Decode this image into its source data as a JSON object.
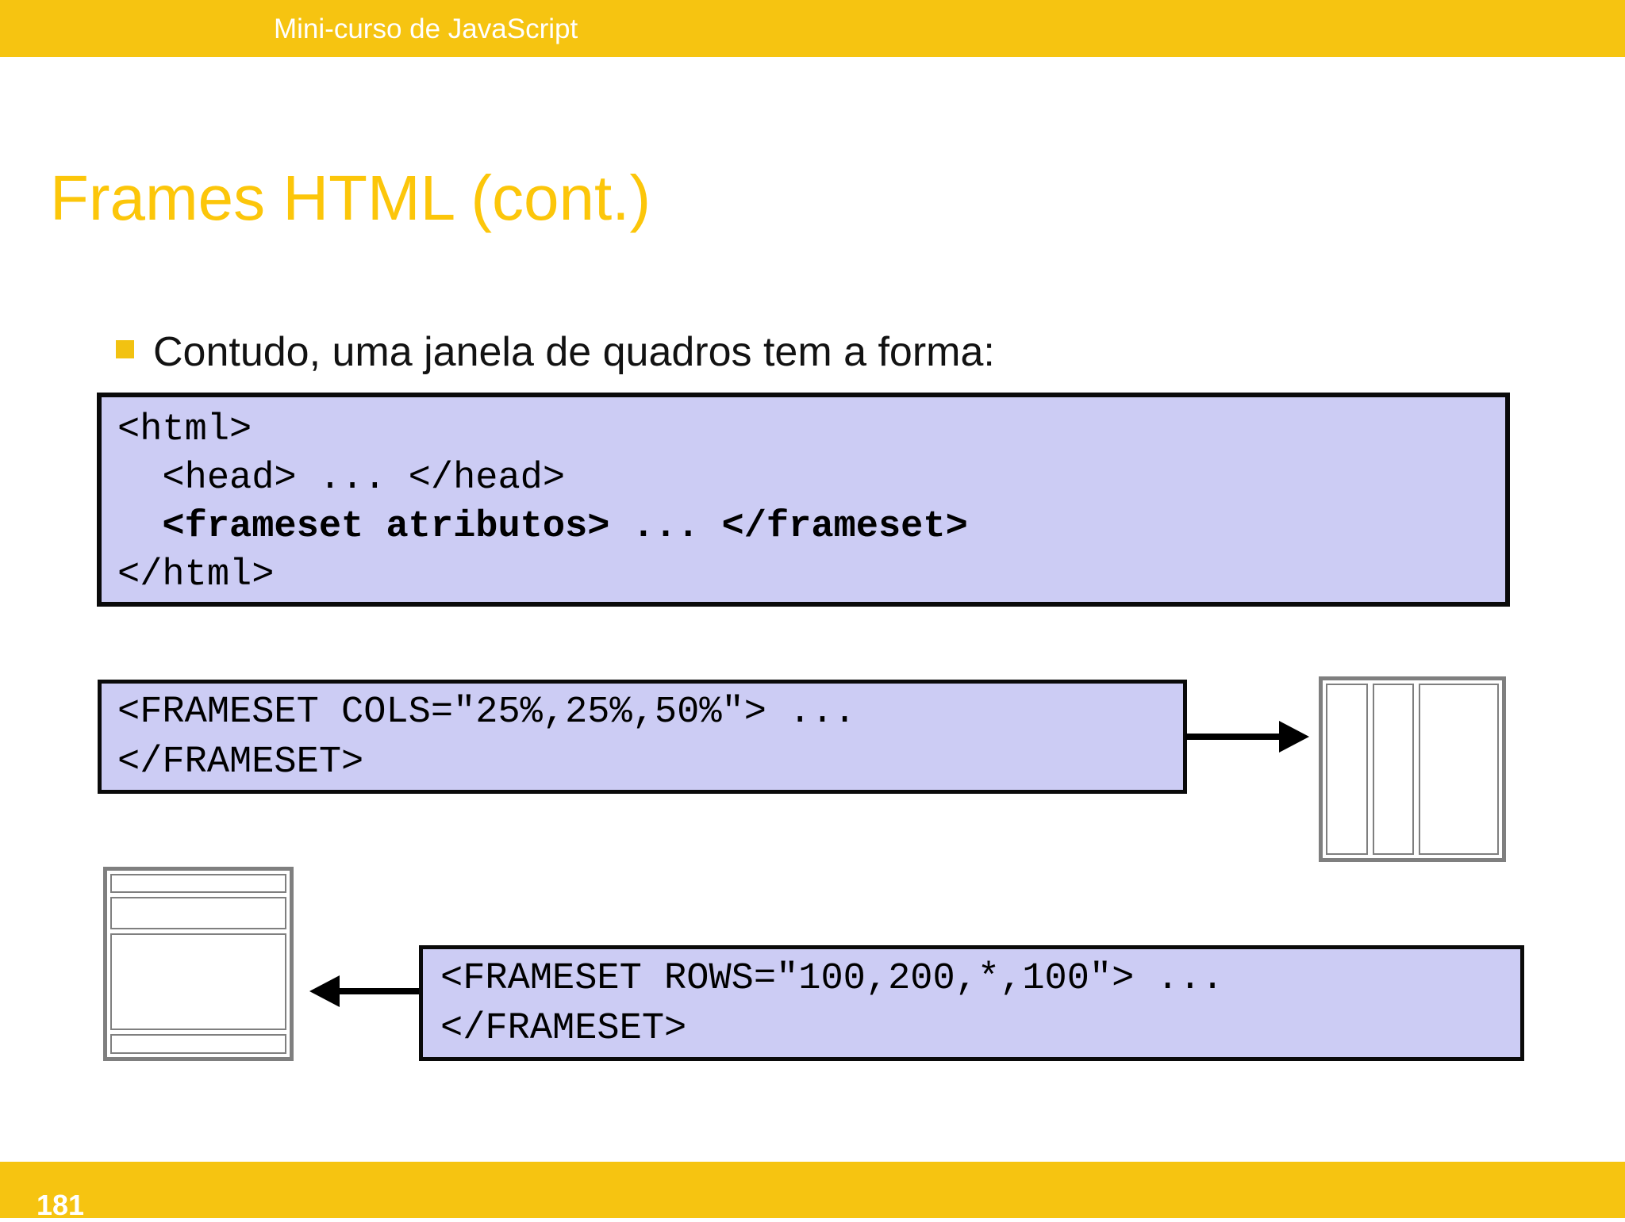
{
  "header": {
    "course_title": "Mini-curso de JavaScript"
  },
  "slide": {
    "title": "Frames HTML (cont.)",
    "bullet_text": "Contudo, uma janela de quadros tem a forma:"
  },
  "code_boxes": {
    "frameset_skeleton": {
      "lines": [
        "<html>",
        "  <head> ... </head>",
        "  <frameset atributos> ... </frameset>",
        "</html>"
      ],
      "bold_line_index": 2
    },
    "frameset_cols": {
      "lines": [
        "<FRAMESET COLS=\"25%,25%,50%\"> ...",
        "</FRAMESET>"
      ]
    },
    "frameset_rows": {
      "lines": [
        "<FRAMESET ROWS=\"100,200,*,100\"> ...",
        "</FRAMESET>"
      ]
    }
  },
  "diagrams": {
    "cols_preview": {
      "column_flexes": [
        25,
        25,
        50
      ]
    },
    "rows_preview": {
      "row_flexes": [
        100,
        190,
        600,
        105
      ]
    }
  },
  "footer": {
    "page_number": "181"
  },
  "colors": {
    "band_yellow": "#F6C411",
    "title_yellow": "#FCC60A",
    "code_box_bg": "#CCCCF4",
    "frame_border_gray": "#7F7F7F",
    "arrow_black": "#000000"
  }
}
